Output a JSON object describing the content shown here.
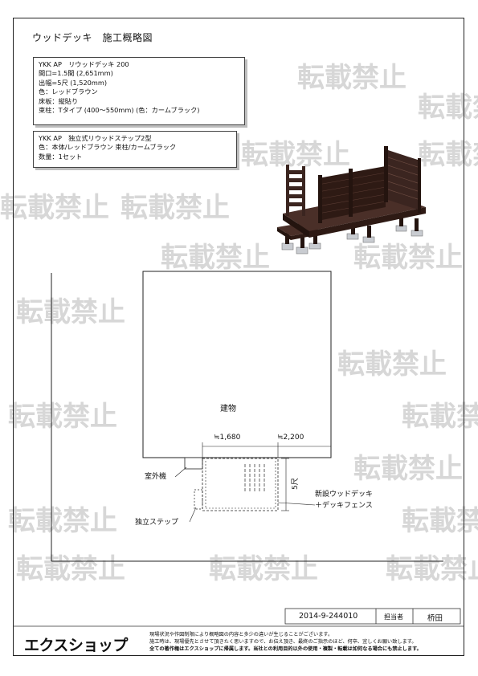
{
  "title": "ウッドデッキ　施工概略図",
  "spec_box_1": {
    "lines": [
      "YKK AP　リウッドデッキ 200",
      "間口=1.5間 (2,651mm)",
      "出幅=5尺 (1,520mm)",
      "色：レッドブラウン",
      "床板：縦貼り",
      "束柱：Tタイプ (400～550mm) (色：カームブラック)"
    ]
  },
  "spec_box_2": {
    "lines": [
      "YKK AP　独立式リウッドステップ2型",
      "色：本体/レッドブラウン 束柱/カームブラック",
      "数量：1セット"
    ]
  },
  "watermark_text": "転載禁止",
  "plan": {
    "building_label": "建物",
    "dim_width_1": "≒1,680",
    "dim_width_2": "≒2,200",
    "dim_depth": "5尺",
    "outdoor_unit_label": "室外機",
    "step_label": "独立ステップ",
    "deck_label_1": "新設ウッドデッキ",
    "deck_label_2": "＋デッキフェンス"
  },
  "footer": {
    "drawing_number": "2014-9-244010",
    "staff_label": "担当者",
    "staff_name": "桥田",
    "logo": "エクスショップ",
    "notes": [
      "現場状況や作図制限により概略図の内容と多少の違いが生じることがございます。",
      "施工時は、現場優先とさせて頂きたく思いますので、お伝え頂き、最終のご指示のほど、何卒、宜しくお願い致します。",
      "全ての著作権はエクスショップに帰属します。当社との利用目的以外の使用・複製・転載は如何なる場合にも禁止します。"
    ]
  },
  "colors": {
    "deck_wood": "#3b2520",
    "deck_dark": "#24140f",
    "footing": "#c9ccd1",
    "watermark": "#d7d7d7"
  }
}
